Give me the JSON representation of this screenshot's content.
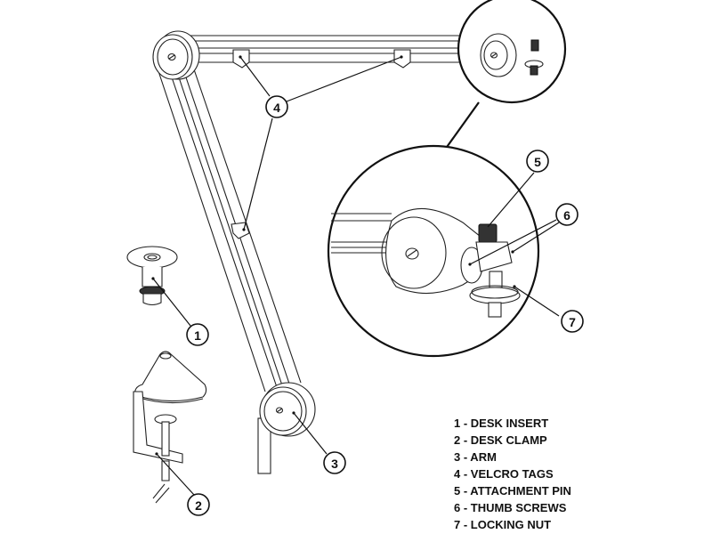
{
  "diagram": {
    "subject": "Boom arm microphone stand parts diagram",
    "callouts": [
      {
        "number": "1",
        "part": "desk-insert"
      },
      {
        "number": "2",
        "part": "desk-clamp"
      },
      {
        "number": "3",
        "part": "arm"
      },
      {
        "number": "4",
        "part": "velcro-tags"
      },
      {
        "number": "5",
        "part": "attachment-pin"
      },
      {
        "number": "6",
        "part": "thumb-screws"
      },
      {
        "number": "7",
        "part": "locking-nut"
      }
    ]
  },
  "legend": {
    "items": [
      "1 - DESK INSERT",
      "2 - DESK CLAMP",
      "3 - ARM",
      "4 - VELCRO TAGS",
      "5 - ATTACHMENT PIN",
      "6 - THUMB SCREWS",
      "7 - LOCKING NUT"
    ]
  }
}
